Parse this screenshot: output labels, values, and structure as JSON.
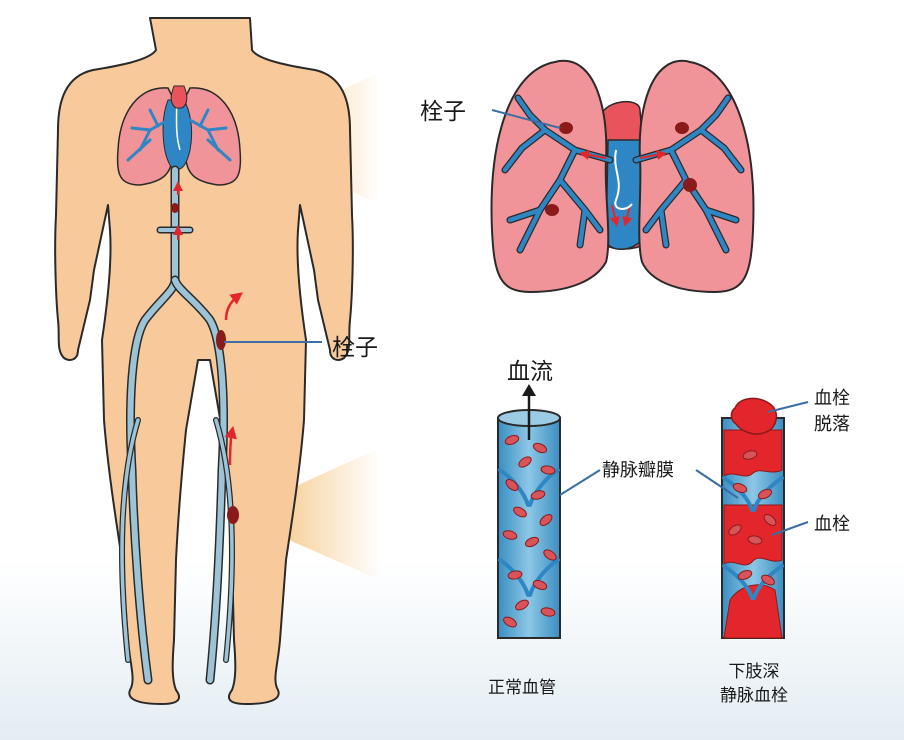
{
  "labels": {
    "embolus_lung": "栓子",
    "embolus_leg": "栓子",
    "blood_flow": "血流",
    "venous_valve": "静脉瓣膜",
    "clot_dislodged": [
      "血栓",
      "脱落"
    ],
    "clot": "血栓",
    "normal_vessel": "正常血管",
    "dvt": [
      "下肢深",
      "静脉血栓"
    ]
  },
  "colors": {
    "skin": "#f8c99a",
    "skin_outline": "#2a2a2a",
    "lung": "#f0949a",
    "bronchi": "#2f86c4",
    "vein": "#9cc4d6",
    "heart": "#e9545c",
    "clot": "#8b1a1a",
    "blood_red": "#e3262b",
    "vessel_blue": "#4fa0cf",
    "cell": "#d9545a",
    "callout_glow": "#f2b35a",
    "pointer_line": "#3a6ea5"
  }
}
